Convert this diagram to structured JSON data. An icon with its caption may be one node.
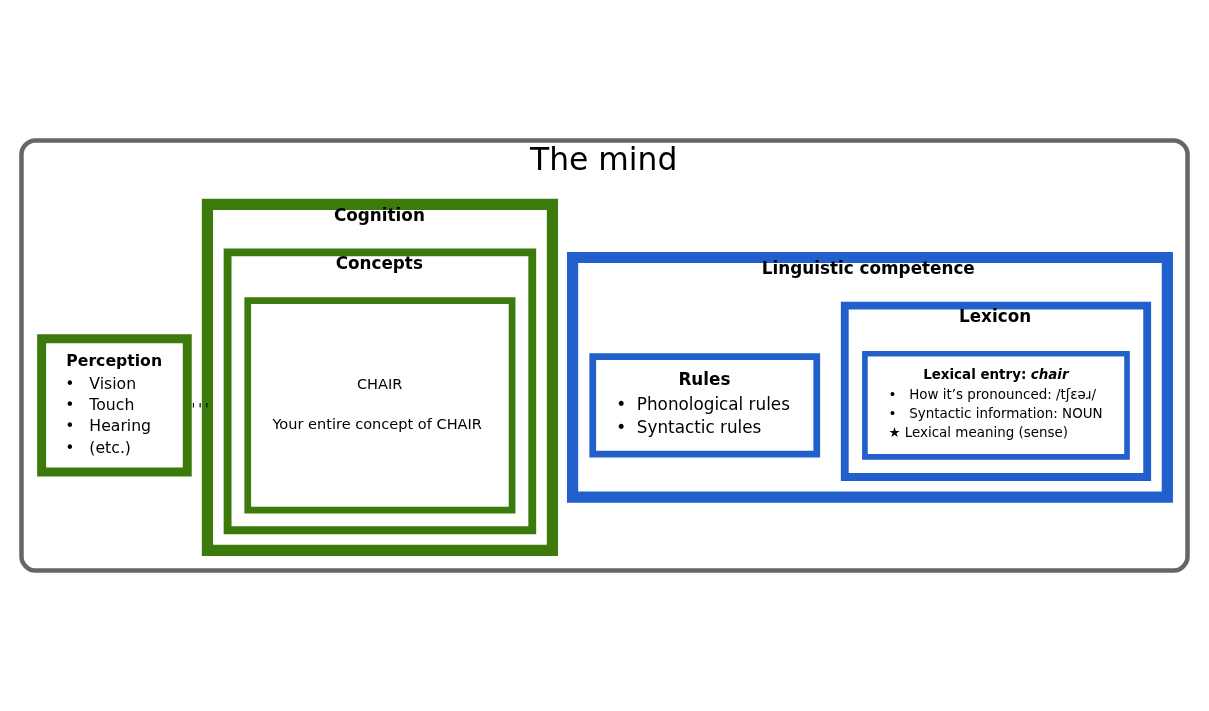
{
  "diagram": {
    "nodes": [
      {
        "text": [
          "The mind"
        ]
      },
      {
        "text": [
          "Linguistic competence"
        ],
        "in": 0
      },
      {
        "text": [
          "Rules",
          "•  Phonological rules",
          "•  Syntactic rules"
        ],
        "in": 1
      },
      {
        "text": [
          "Lexicon"
        ],
        "in": 1
      },
      {
        "text": [
          "Lexical entry: *chair*",
          "•   How it’s pronounced: /tʃɛəɹ/",
          "•   Syntactic information: NOUN",
          "★ Lexical meaning (sense)"
        ],
        "in": 3
      },
      {
        "text": [
          "Cognition"
        ],
        "in": 0
      },
      {
        "text": [
          "Concepts"
        ],
        "in": 5
      },
      {
        "text": [
          "CHAIR",
          "Your entire concept of CHAIR"
        ],
        "in": 6
      },
      {
        "text": [
          "Perception",
          "•   Vision",
          "•   Touch",
          "•   Hearing",
          "•   (etc.)"
        ],
        "in": 0
      }
    ],
    "edges": [
      {
        "from": 5,
        "to": 8,
        "arrow": "none",
        "style": "dashed"
      }
    ]
  }
}
